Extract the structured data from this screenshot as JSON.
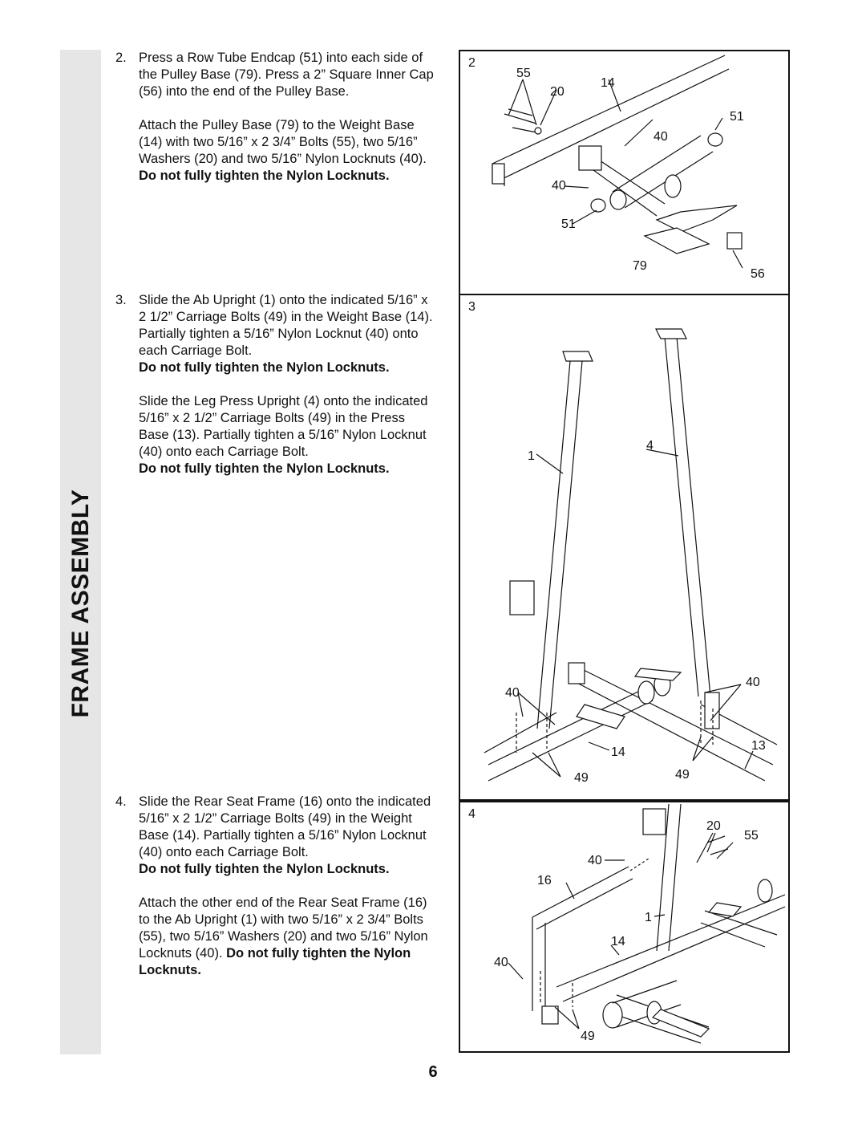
{
  "section_tab": "FRAME ASSEMBLY",
  "steps": [
    {
      "number": "2.",
      "para1": "Press a Row Tube Endcap (51) into each side of the Pulley Base (79). Press a 2” Square Inner Cap (56) into the end of the Pulley Base.",
      "para2_text": "Attach the Pulley Base (79) to the Weight Base (14) with two 5/16” x 2 3/4” Bolts (55), two 5/16” Washers (20) and two 5/16” Nylon Locknuts (40). ",
      "para2_bold": "Do not fully tighten the Nylon Locknuts."
    },
    {
      "number": "3.",
      "para1_text": "Slide the Ab Upright (1) onto the indicated 5/16” x 2 1/2” Carriage Bolts (49) in the Weight Base (14). Partially tighten a 5/16” Nylon Locknut (40) onto each Carriage Bolt.",
      "para1_bold": "Do not fully tighten the Nylon Locknuts.",
      "para2_text": "Slide the Leg Press Upright (4) onto the indicated 5/16” x 2 1/2” Carriage Bolts (49) in the Press Base (13). Partially tighten a 5/16” Nylon Locknut (40) onto each Carriage Bolt.",
      "para2_bold": "Do not fully tighten the Nylon Locknuts."
    },
    {
      "number": "4.",
      "para1_text": "Slide the Rear Seat Frame (16) onto the indicated 5/16” x 2 1/2” Carriage Bolts (49) in the Weight Base (14). Partially tighten a 5/16” Nylon Locknut (40) onto each Carriage Bolt.",
      "para1_bold": "Do not fully tighten the Nylon Locknuts.",
      "para2_text": "Attach the other end of the Rear Seat Frame (16) to the Ab Upright (1) with two 5/16” x 2 3/4” Bolts (55), two 5/16” Washers (20) and two 5/16” Nylon Locknuts (40). ",
      "para2_bold": "Do not fully tighten the Nylon Locknuts."
    }
  ],
  "figures": [
    {
      "number": "2",
      "callouts": [
        "55",
        "20",
        "14",
        "51",
        "40",
        "40",
        "51",
        "79",
        "56"
      ]
    },
    {
      "number": "3",
      "callouts": [
        "1",
        "4",
        "40",
        "40",
        "14",
        "13",
        "49",
        "49"
      ]
    },
    {
      "number": "4",
      "callouts": [
        "20",
        "55",
        "40",
        "16",
        "1",
        "14",
        "40",
        "49"
      ]
    }
  ],
  "page_number": "6"
}
